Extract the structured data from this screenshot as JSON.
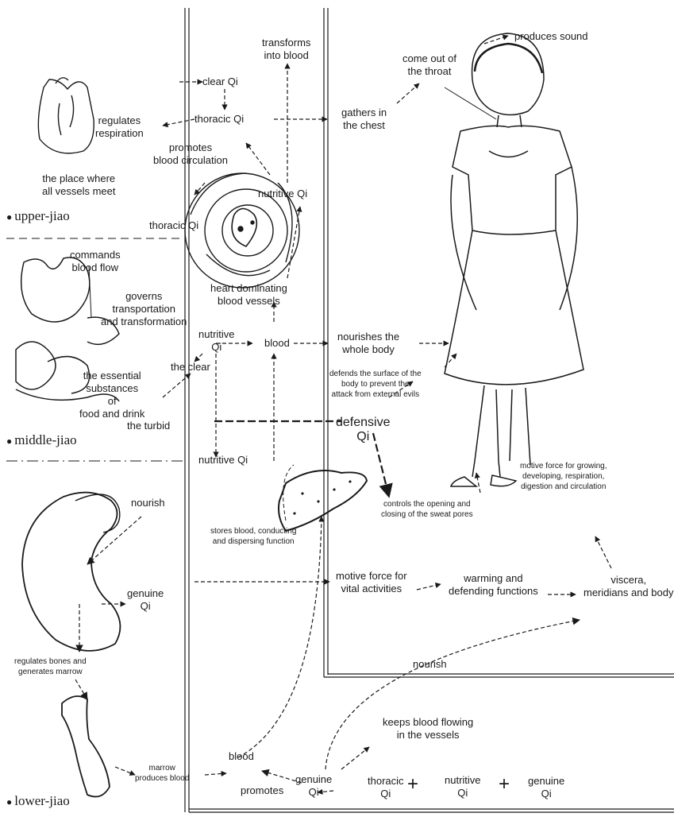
{
  "sections": {
    "upper": "upper-jiao",
    "middle": "middle-jiao",
    "lower": "lower-jiao"
  },
  "labels": {
    "clear_qi": "clear Qi",
    "transforms_into_blood": "transforms\ninto blood",
    "produces_sound": "produces sound",
    "come_out_throat": "come out of\nthe throat",
    "regulates_respiration": "regulates\nrespiration",
    "thoracic_qi_top": "thoracic Qi",
    "gathers_in_chest": "gathers in\nthe chest",
    "promotes_blood_circulation": "promotes\nblood circulation",
    "place_vessels_meet": "the place where\nall vessels meet",
    "nutritive_qi_heart": "nutritive Qi",
    "thoracic_qi_heart": "thoracic Qi",
    "commands_blood_flow": "commands\nblood flow",
    "heart_dominating": "heart dominating\nblood vessels",
    "governs_transport": "governs\ntransportation\nand transformation",
    "nutritive_qi_mid": "nutritive\nQi",
    "blood_mid": "blood",
    "nourishes_whole_body": "nourishes the\nwhole body",
    "the_clear": "the clear",
    "essential_substances": "the essential\nsubstances\nof\nfood and drink",
    "defends_surface": "defends the surface of the\nbody to prevent the\nattack from external evils",
    "the_turbid": "the turbid",
    "defensive_qi": "defensive\nQi",
    "nutritive_qi_low": "nutritive Qi",
    "motive_force_growing": "motive force for growing,\ndeveloping, respiration,\ndigestion and circulation",
    "controls_sweat_pores": "controls the opening and\nclosing of the sweat pores",
    "nourish_kidney": "nourish",
    "stores_blood": "stores blood, conducting\nand dispersing function",
    "genuine_qi_kidney": "genuine\nQi",
    "motive_force_vital": "motive force for\nvital activities",
    "warming_defending": "warming and\ndefending functions",
    "viscera": "viscera,\nmeridians and body",
    "regulates_bones": "regulates bones and\ngenerates marrow",
    "nourish_bottom": "nourish",
    "keeps_blood_flowing": "keeps blood flowing\nin the vessels",
    "blood_bottom": "blood",
    "marrow_produces": "marrow\nproduces blood",
    "promotes_bottom": "promotes",
    "genuine_qi_bottom": "genuine\nQi",
    "thoracic_qi_bottom": "thoracic\nQi",
    "plus1": "+",
    "nutritive_qi_bottom": "nutritive\nQi",
    "plus2": "+",
    "genuine_qi_bottom2": "genuine\nQi"
  }
}
